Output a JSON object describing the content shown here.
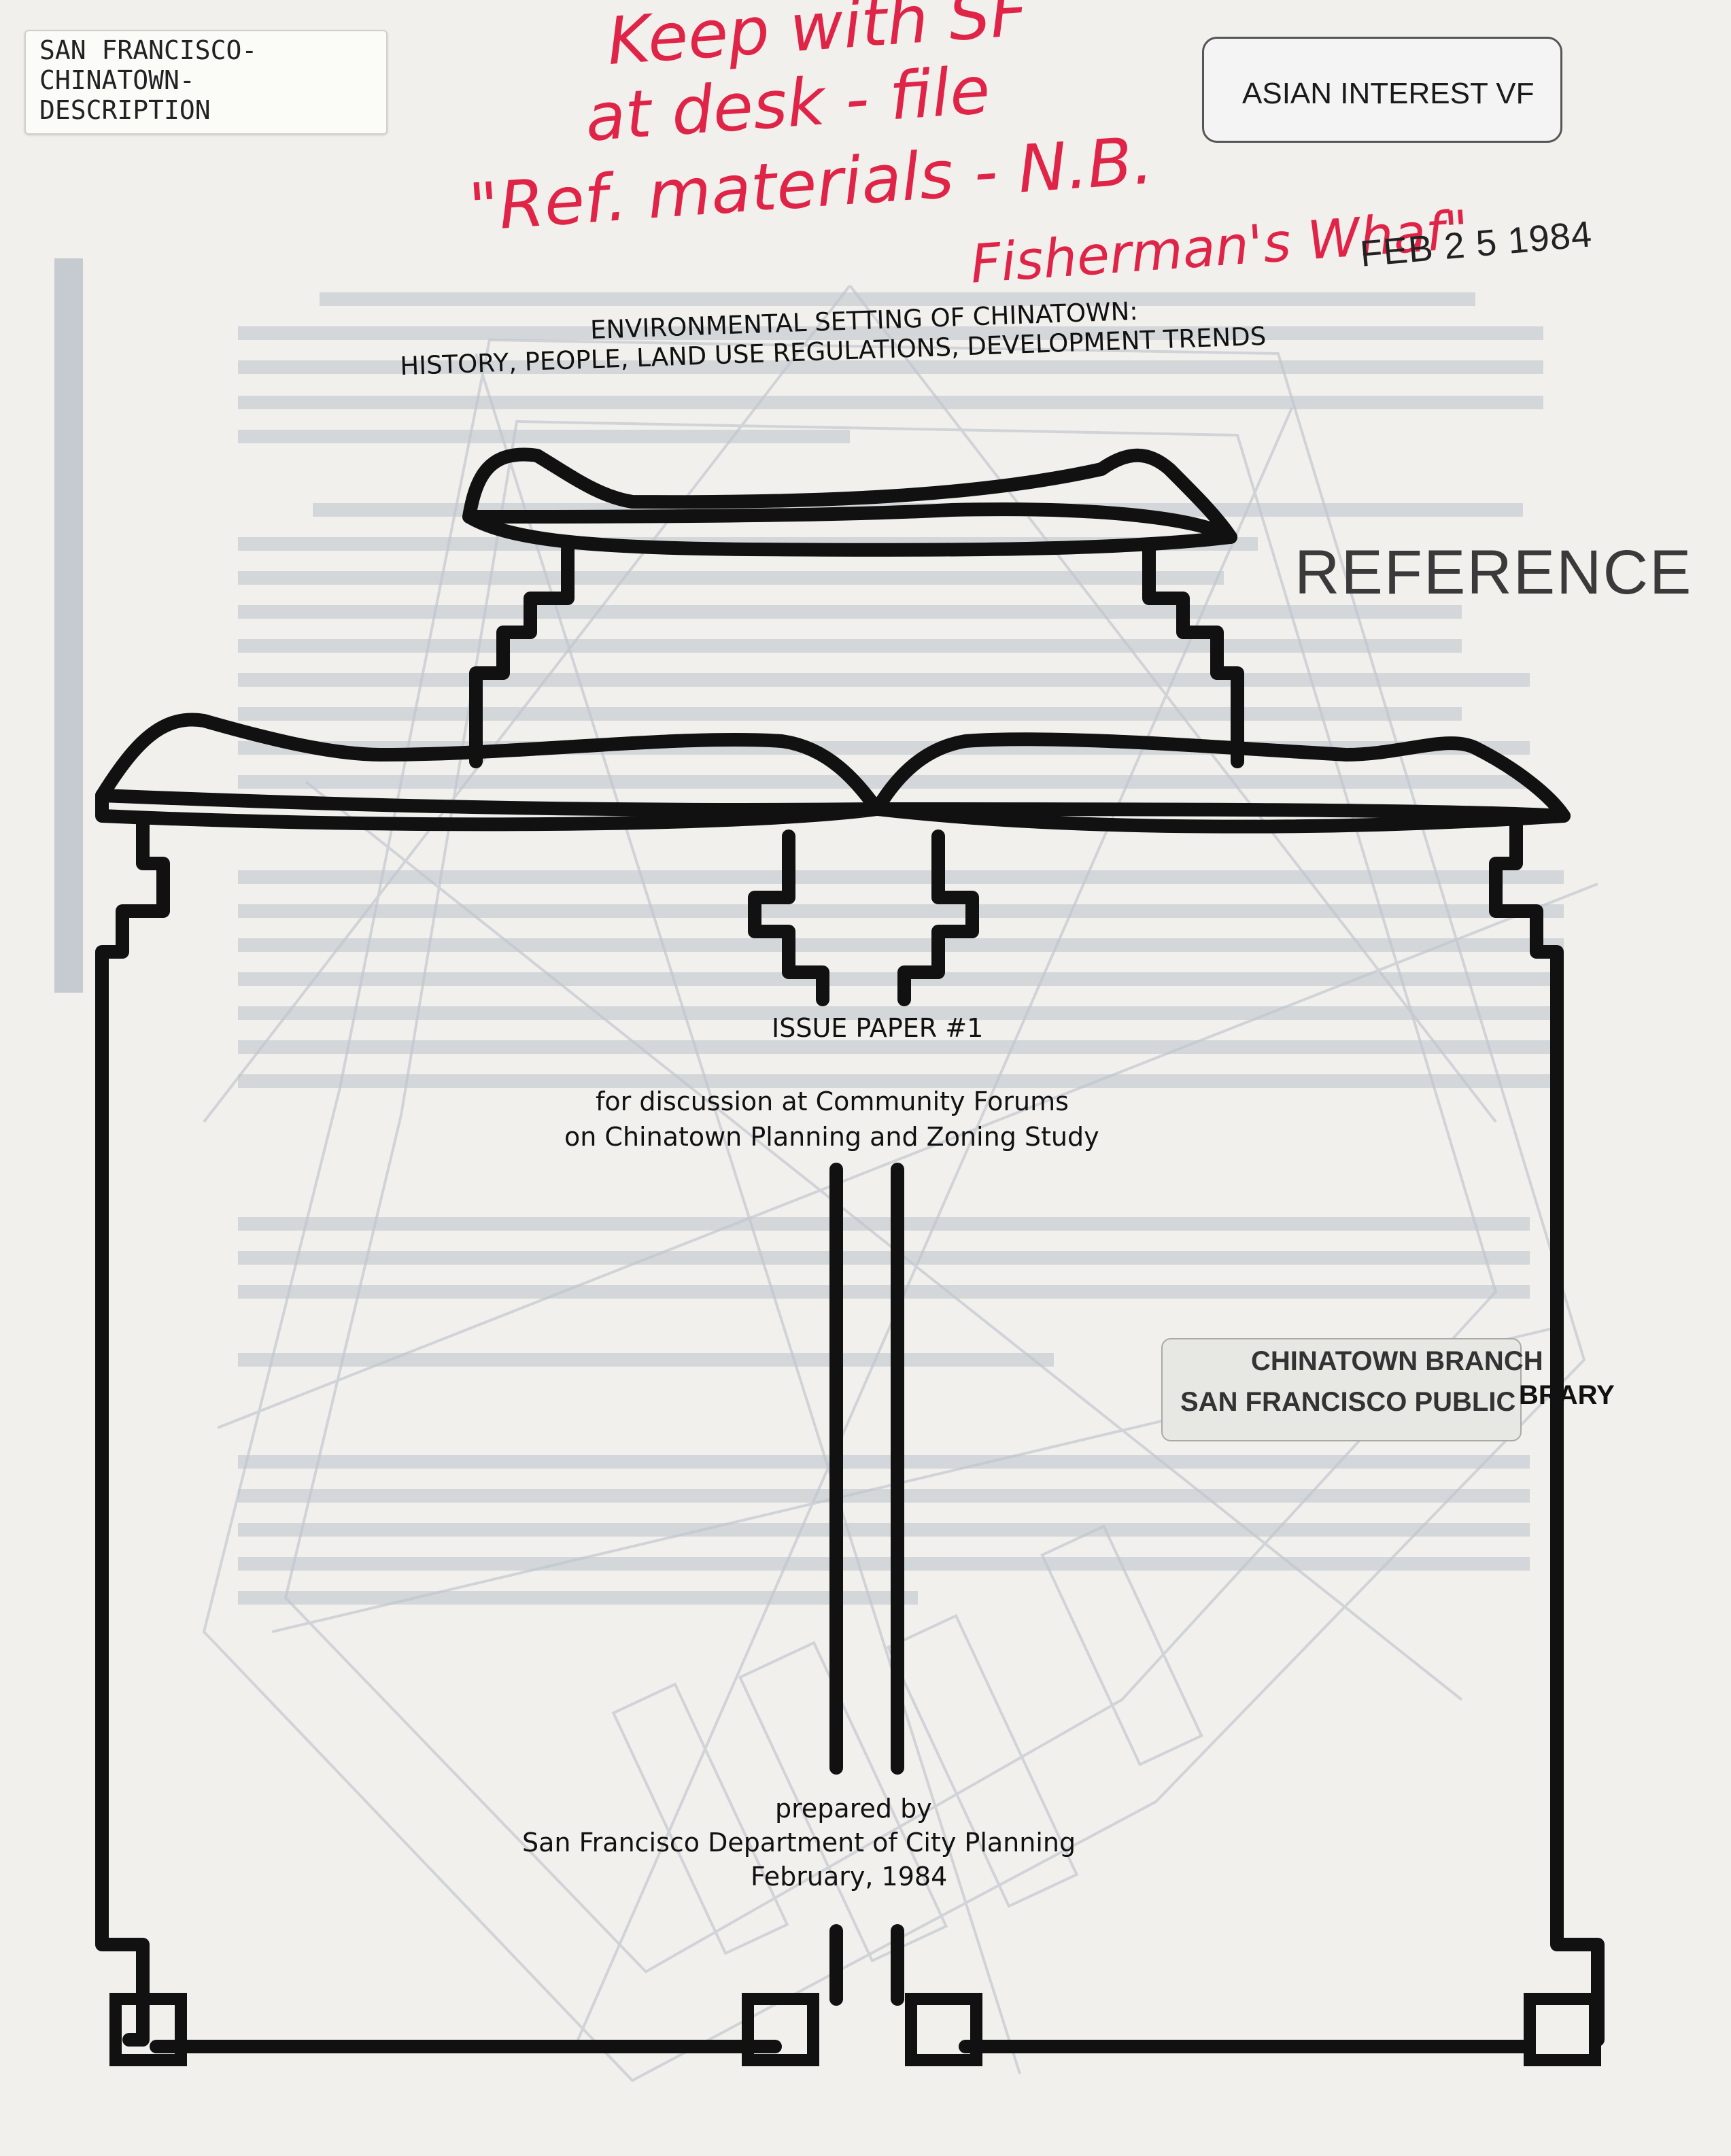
{
  "catalog_label": {
    "lines": [
      "SAN FRANCISCO-",
      "CHINATOWN-",
      "DESCRIPTION"
    ]
  },
  "handwritten_note": {
    "lines": [
      "Keep with SF",
      "at desk - file",
      "\"Ref. materials - N.B.",
      "Fisherman's Whaf\""
    ],
    "color": "#e02447"
  },
  "asian_interest_label": "ASIAN INTEREST VF",
  "date_stamp": "FEB 2 5 1984",
  "reference_stamp": "REFERENCE",
  "title": {
    "line1": "ENVIRONMENTAL SETTING OF CHINATOWN:",
    "line2": "HISTORY, PEOPLE, LAND USE REGULATIONS, DEVELOPMENT TRENDS"
  },
  "issue_paper": "ISSUE PAPER #1",
  "discussion": {
    "line1": "for discussion at Community Forums",
    "line2": "on Chinatown Planning and Zoning Study"
  },
  "library_stamp": {
    "branch": "CHINATOWN BRANCH",
    "library": "SAN FRANCISCO PUBLIC",
    "suffix": "BRARY"
  },
  "prepared": {
    "line1": "prepared by",
    "line2": "San Francisco Department of City Planning",
    "line3": "February, 1984"
  },
  "colors": {
    "paper": "#f1f0ed",
    "ink": "#111111",
    "handwriting": "#e02447",
    "faded_print": "#b9c0c9"
  }
}
